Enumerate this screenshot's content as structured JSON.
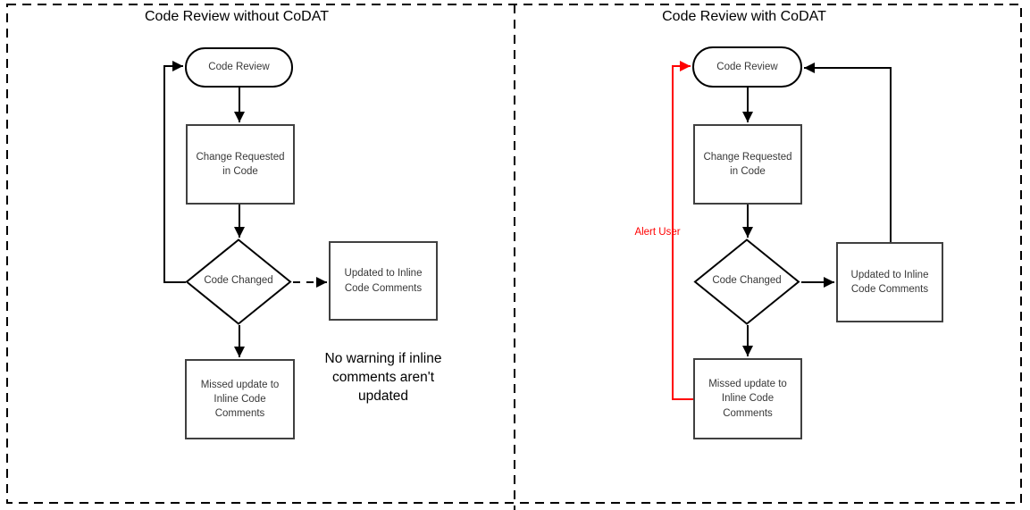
{
  "left_panel": {
    "title": "Code Review without CoDAT",
    "node_code_review": "Code Review",
    "node_change_requested": "Change Requested in Code",
    "node_code_changed": "Code Changed",
    "node_updated": "Updated to Inline Code Comments",
    "node_missed": "Missed update to Inline Code Comments",
    "annotation_lines": [
      "No warning if inline",
      "comments aren't",
      "updated"
    ]
  },
  "right_panel": {
    "title": "Code Review with CoDAT",
    "node_code_review": "Code Review",
    "node_change_requested": "Change Requested in Code",
    "node_code_changed": "Code Changed",
    "node_updated": "Updated to Inline Code Comments",
    "node_missed": "Missed update to Inline Code Comments",
    "alert_label": "Alert User"
  },
  "colors": {
    "line": "#000000",
    "node_border": "#404040",
    "alert": "#ff0000",
    "text": "#383838",
    "background": "#ffffff"
  }
}
